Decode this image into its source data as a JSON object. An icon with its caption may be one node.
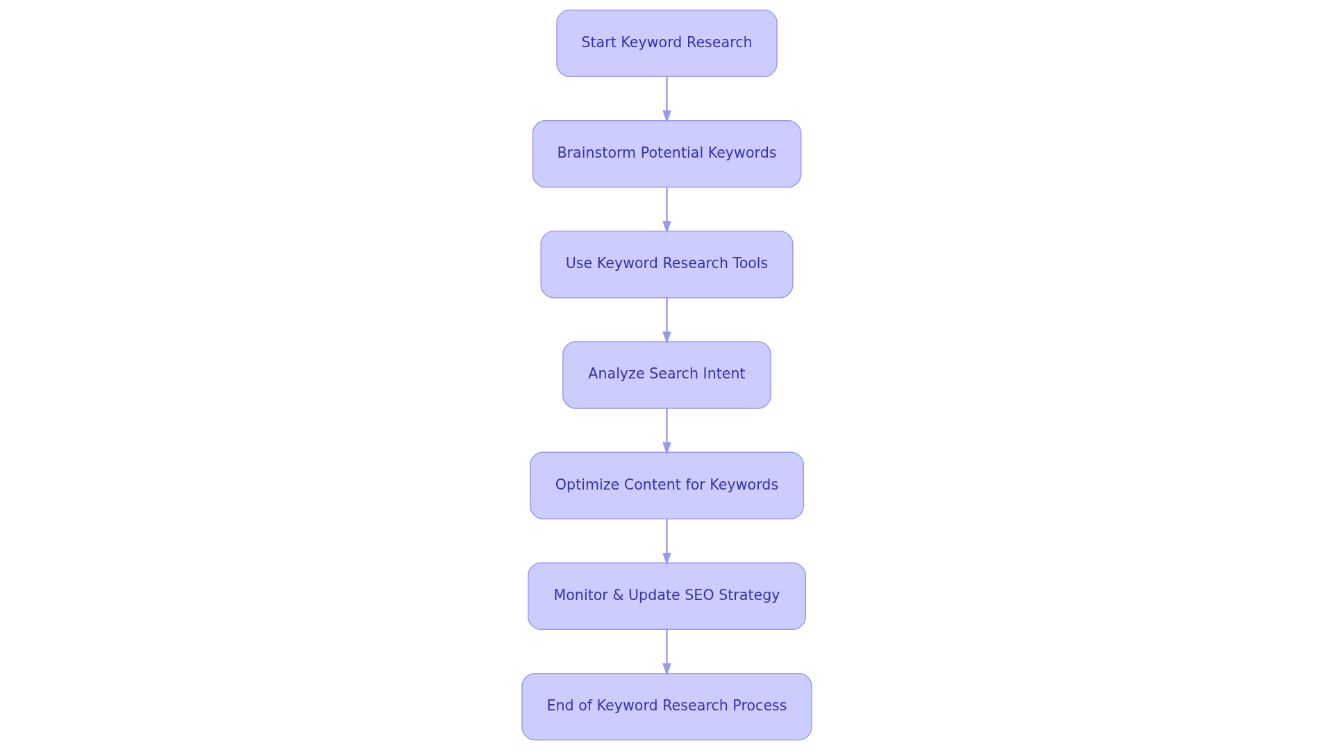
{
  "diagram": {
    "nodes": [
      {
        "text": [
          "Start Keyword Research"
        ]
      },
      {
        "text": [
          "Brainstorm Potential Keywords"
        ]
      },
      {
        "text": [
          "Use Keyword Research Tools"
        ]
      },
      {
        "text": [
          "Analyze Search Intent"
        ]
      },
      {
        "text": [
          "Optimize Content for Keywords"
        ]
      },
      {
        "text": [
          "Monitor & Update SEO Strategy"
        ]
      },
      {
        "text": [
          "End of Keyword Research Process"
        ]
      }
    ],
    "edges": [
      {
        "from": 0,
        "to": 1,
        "arrow": "to"
      },
      {
        "from": 1,
        "to": 2,
        "arrow": "to"
      },
      {
        "from": 2,
        "to": 3,
        "arrow": "to"
      },
      {
        "from": 3,
        "to": 4,
        "arrow": "to"
      },
      {
        "from": 4,
        "to": 5,
        "arrow": "to"
      },
      {
        "from": 5,
        "to": 6,
        "arrow": "to"
      }
    ]
  }
}
